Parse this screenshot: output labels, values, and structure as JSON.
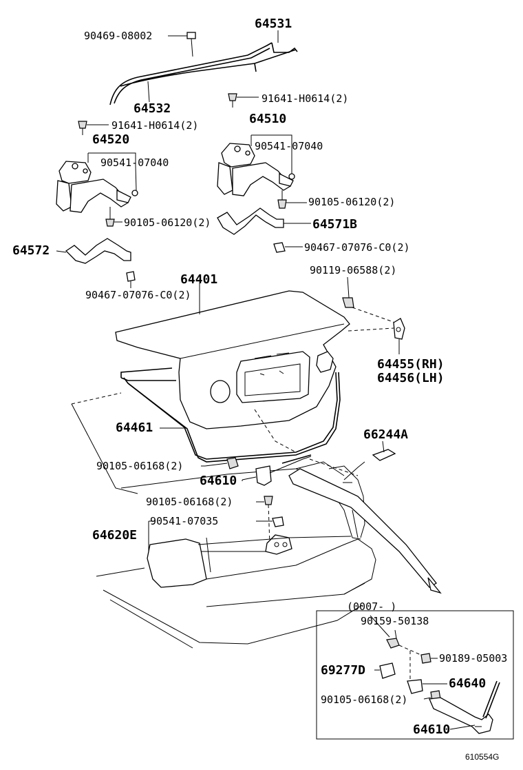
{
  "labels": {
    "p90469_08002": "90469-08002",
    "p64531": "64531",
    "p64532": "64532",
    "p91641_a": "91641-H0614(2)",
    "p91641_b": "91641-H0614(2)",
    "p64510": "64510",
    "p90541_a": "90541-07040",
    "p64520": "64520",
    "p90541_b": "90541-07040",
    "p90105_a": "90105-06120(2)",
    "p90105_b": "90105-06120(2)",
    "p64571B": "64571B",
    "p64572": "64572",
    "p90467_a": "90467-07076-C0(2)",
    "p90467_b": "90467-07076-C0(2)",
    "p64401": "64401",
    "p90119": "90119-06588(2)",
    "p64455": "64455(RH)",
    "p64456": "64456(LH)",
    "p64461": "64461",
    "p66244A": "66244A",
    "p90105_c": "90105-06168(2)",
    "p64610_a": "64610",
    "p90105_d": "90105-06168(2)",
    "p90541_c": "90541-07035",
    "p64620E": "64620E",
    "inset_range": "(0007-      )",
    "p90159": "90159-50138",
    "p90189": "90189-05003",
    "p69277D": "69277D",
    "p64640": "64640",
    "p90105_e": "90105-06168(2)",
    "p64610_b": "64610",
    "figure_no": "610554G"
  }
}
